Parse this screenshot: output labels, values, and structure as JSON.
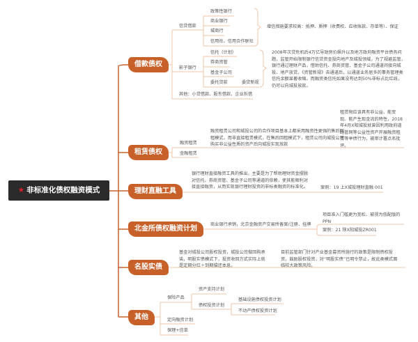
{
  "root": {
    "star_icon": "star-icon",
    "title": "非标准化债权融资模式"
  },
  "colors": {
    "branch": "#c8602a",
    "line": "#f0c5a8",
    "root": "#2b2b2b"
  },
  "branches": {
    "loan": {
      "title": "借款债权",
      "credit": {
        "label": "信贷借款",
        "items": [
          "政策性银行",
          "商业银行",
          "城商行",
          "信用社、信用合作联社"
        ],
        "note": "增信措施要求较高：抵押、质押（收费权、应收账款、存单等）、保证"
      },
      "shadow": {
        "label": "影子银行",
        "items": [
          "信托（计划）",
          "券商资管",
          "基金子公司",
          "委托贷款"
        ],
        "sub": "委贷新规",
        "note": "2008年次贷危机后4万亿导致房价飙升以及地方政府融资平台债务问题，监管开始限制银行信贷资金投向地产及城投领域，为了规避监管，银行通过理财产品，借助信托、券商资管、基金子公司通道间接向城投、地产放贷。《资管新规》去通道后，以通道业务居多的事务管理类信托余额显著收缩。而融资类信托如果没有达到50%非标占比红线，仍可以向城投放款。"
      },
      "other": "其他：小贷借款、股东借款、企业拆借"
    },
    "lease": {
      "title": "租赁债权",
      "finance_lease": "融资租赁",
      "financial_lease": "金融租赁",
      "note1": "融资租赁公司和城投公司的合作项目基本上都采用融资性更强的售后回租模式，而非直接租赁模式，在售后回租模式下，租赁公司向城投公司购买非公益性质的资产后向城投实现放款",
      "note2": "租赁物应该具有非公益、能变现、能产生现金流的特性，2018年4月X阳城投就曾因利用政府道路管网等公益性资产开展融资租赁等举债行为，被审计署点名批评。"
    },
    "wealth": {
      "title": "理财直融工具",
      "note": "银行理财直接融资工具的推出，主要是为了帮助理财资金摆脱对信托、券商资管、基金子公司等通道的依赖，使其能顺利对接直接融资，从而实现银行理财投资的非标类融资的标准化。",
      "case": "案例：19 上X城投理财直融 001"
    },
    "cfae": {
      "title": "北金所债权融资计划",
      "note": "商业银行承销，北京金融资产交易所备案/注册、挂牌",
      "point1": "项目准入门槛更为宽松、被视为低配版的PPN",
      "case": "案例：21 陕X阳城投ZR001"
    },
    "equity": {
      "title": "名股实债",
      "note1": "基金对城投公司股权投资，城投公司做回购承诺，明股实债模式下，投资收回方式实际上就是定期分红＋到期偿还本息。",
      "note2": "目前监管部门针对产业基金募资所施行的政策是限制债权投资，鼓励股权投资，对“明股实债”已明令禁止，故此类模式面临较大政策风险。"
    },
    "others": {
      "title": "其他",
      "insurance": "保险产品",
      "abs": "资产支持计划",
      "debt_plan": "债权投资计划",
      "infra": "基础设施债权投资计划",
      "realestate": "不动产债权投资计划",
      "directed": "定向融资计划",
      "factoring": "保理+信单"
    }
  }
}
